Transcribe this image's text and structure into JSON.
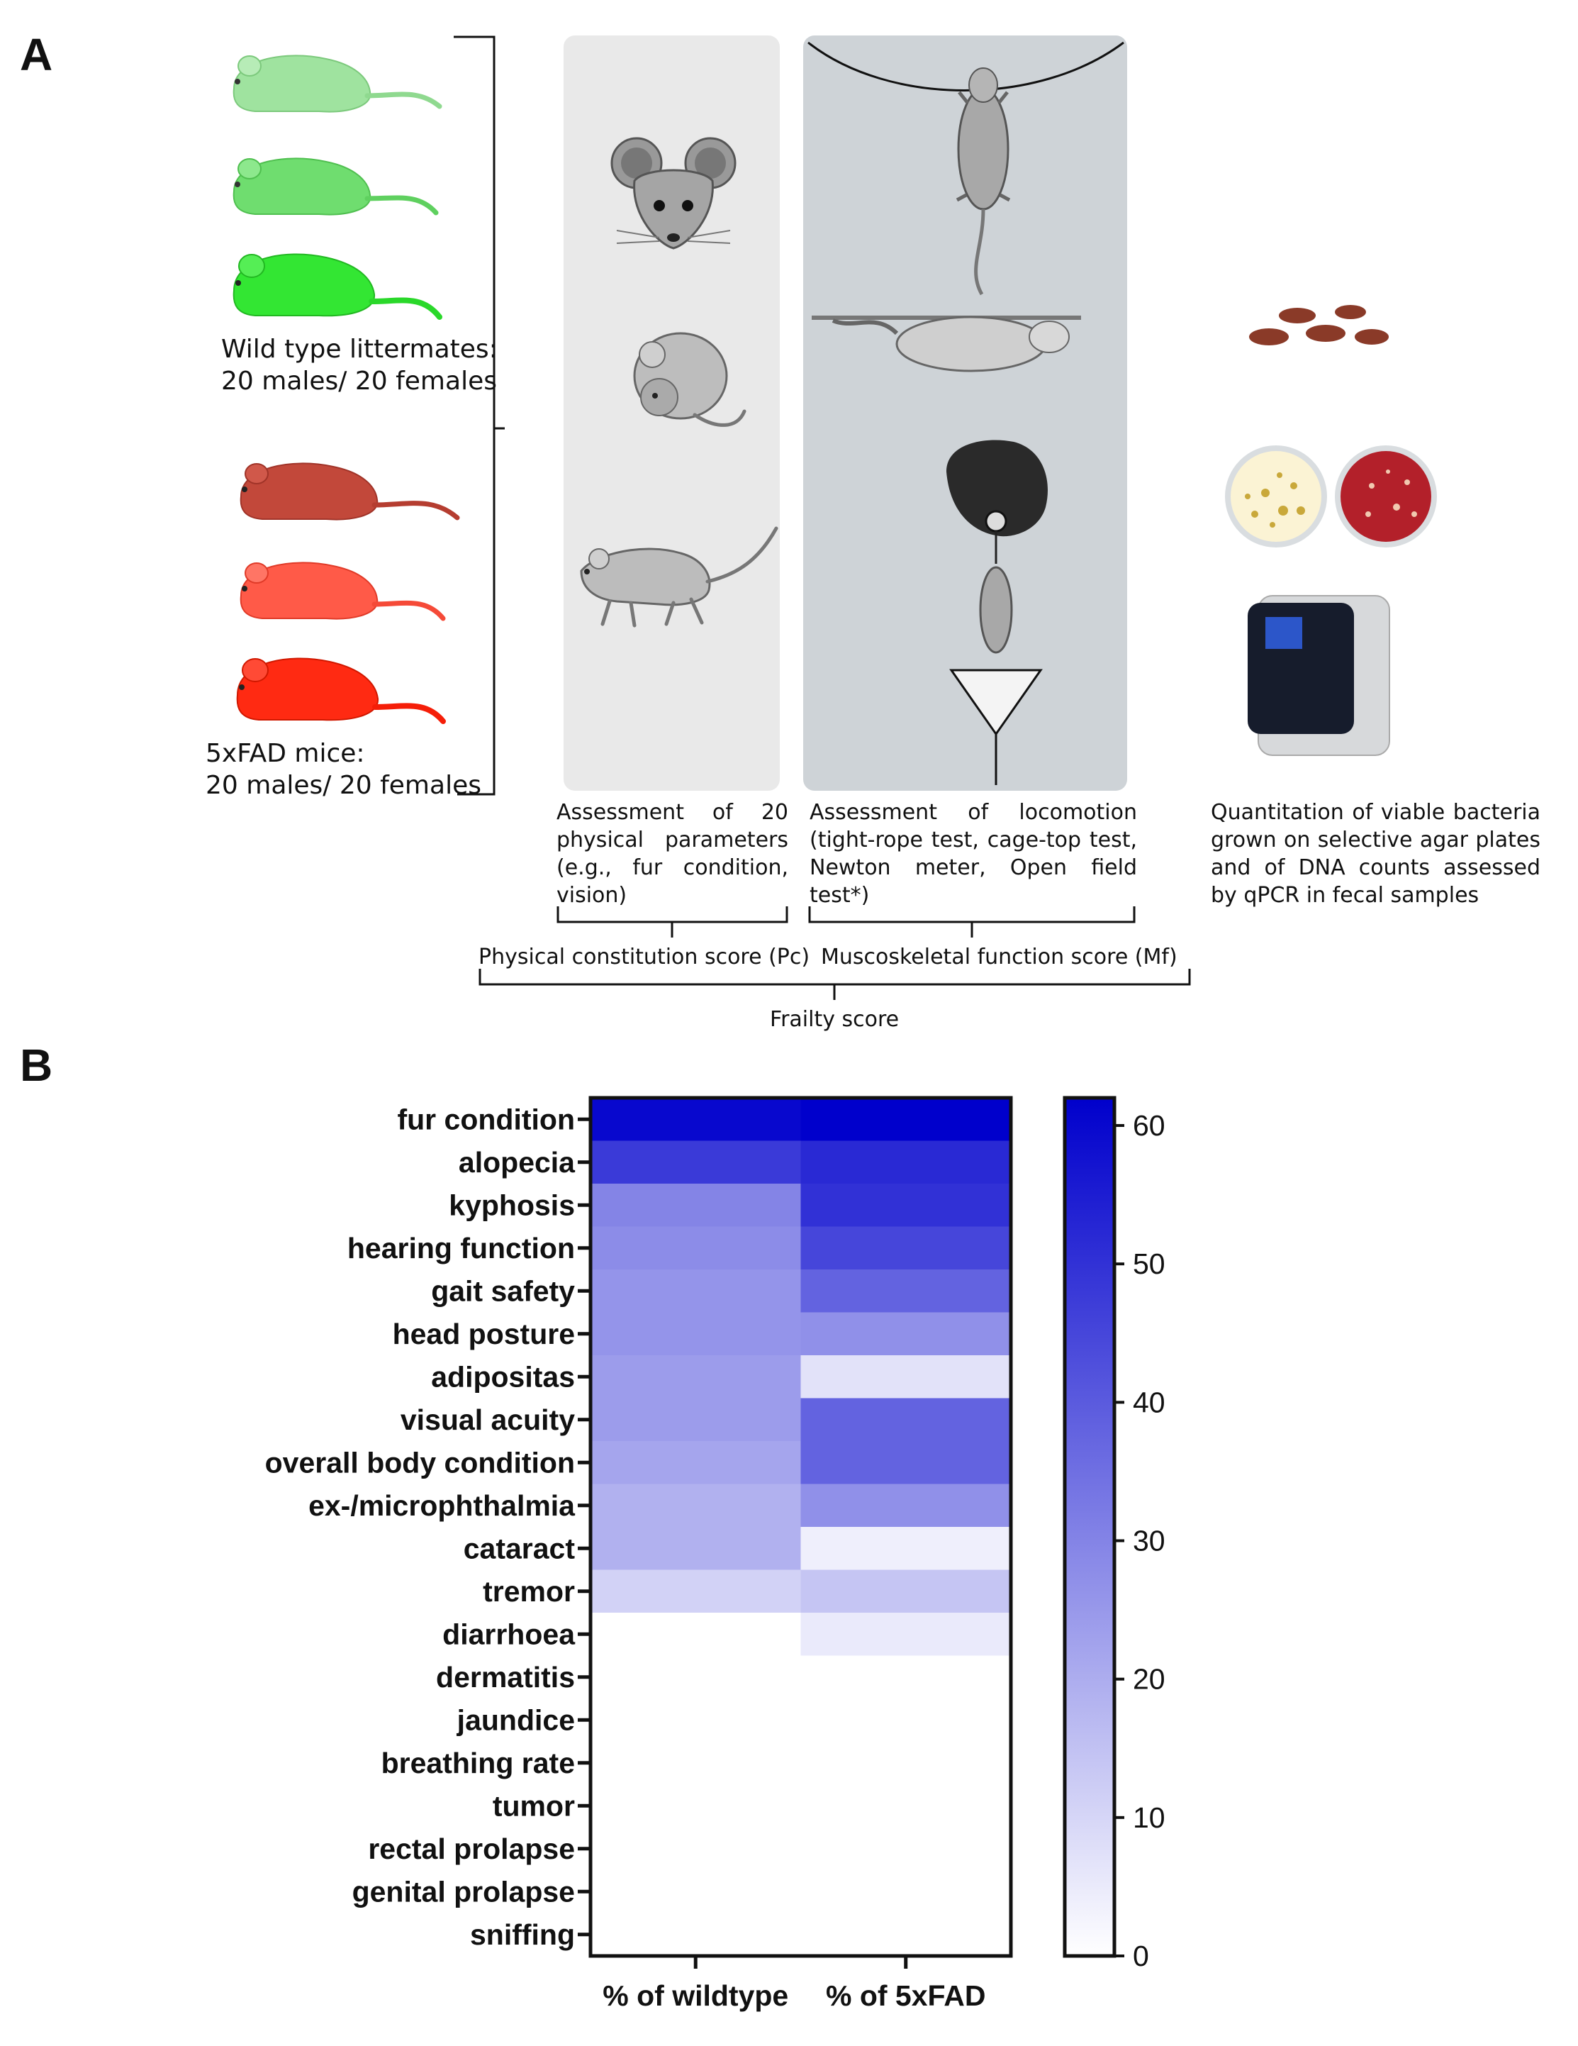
{
  "panels": {
    "a": "A",
    "b": "B"
  },
  "panel_a": {
    "groups": [
      {
        "label_line1": "Wild type littermates:",
        "label_line2": "20 males/ 20 females",
        "color": "#3ee83e"
      },
      {
        "label_line1": "5xFAD mice:",
        "label_line2": "20 males/ 20 females",
        "color": "#ff2a12"
      }
    ],
    "physical_text": "Assessment of 20 physical parameters (e.g., fur condition, vision)",
    "locomotion_text": "Assessment of locomotion (tight-rope test, cage-top test, Newton meter, Open field test*)",
    "bacteria_text": "Quantitation of viable bacteria grown on selective agar plates and of DNA counts assessed by qPCR in fecal samples",
    "pc_label": "Physical constitution score (Pc)",
    "mf_label": "Muscoskeletal function score (Mf)",
    "frailty_label": "Frailty score"
  },
  "chart_data": {
    "type": "heatmap",
    "rows": [
      "fur condition",
      "alopecia",
      "kyphosis",
      "hearing function",
      "gait safety",
      "head posture",
      "adipositas",
      "visual acuity",
      "overall body condition",
      "ex-/microphthalmia",
      "cataract",
      "tremor",
      "diarrhoea",
      "dermatitis",
      "jaundice",
      "breathing rate",
      "tumor",
      "rectal prolapse",
      "genital prolapse",
      "sniffing"
    ],
    "columns": [
      "% of wildtype",
      "% of 5xFAD"
    ],
    "values": [
      [
        60,
        62
      ],
      [
        48,
        52
      ],
      [
        30,
        50
      ],
      [
        28,
        45
      ],
      [
        26,
        38
      ],
      [
        26,
        27
      ],
      [
        24,
        7
      ],
      [
        24,
        38
      ],
      [
        22,
        38
      ],
      [
        19,
        27
      ],
      [
        19,
        4
      ],
      [
        11,
        14
      ],
      [
        0,
        5
      ],
      [
        0,
        0
      ],
      [
        0,
        0
      ],
      [
        0,
        0
      ],
      [
        0,
        0
      ],
      [
        0,
        0
      ],
      [
        0,
        0
      ],
      [
        0,
        0
      ]
    ],
    "colorbar": {
      "min": 0,
      "max": 62,
      "ticks": [
        0,
        10,
        20,
        30,
        40,
        50,
        60
      ]
    },
    "colors": {
      "low": "#ffffff",
      "high": "#0000cc"
    }
  }
}
